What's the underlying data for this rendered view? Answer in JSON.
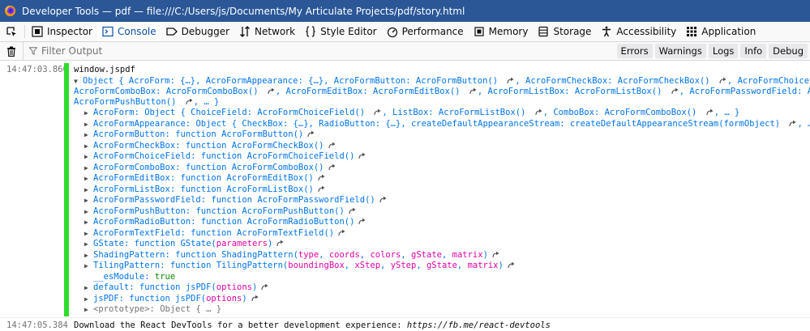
{
  "window": {
    "title": "Developer Tools — pdf — file:///C:/Users/js/Documents/My Articulate Projects/pdf/story.html"
  },
  "toolbar": {
    "tabs": [
      {
        "label": "Inspector",
        "icon": "inspector-icon"
      },
      {
        "label": "Console",
        "icon": "console-icon",
        "selected": true
      },
      {
        "label": "Debugger",
        "icon": "debugger-icon"
      },
      {
        "label": "Network",
        "icon": "network-icon"
      },
      {
        "label": "Style Editor",
        "icon": "style-editor-icon"
      },
      {
        "label": "Performance",
        "icon": "performance-icon"
      },
      {
        "label": "Memory",
        "icon": "memory-icon"
      },
      {
        "label": "Storage",
        "icon": "storage-icon"
      },
      {
        "label": "Accessibility",
        "icon": "accessibility-icon"
      },
      {
        "label": "Application",
        "icon": "application-icon"
      }
    ]
  },
  "filter": {
    "placeholder": "Filter Output",
    "levels": [
      "Errors",
      "Warnings",
      "Logs",
      "Info",
      "Debug"
    ]
  },
  "console": {
    "entries": [
      {
        "timestamp": "14:47:03.860",
        "input": "window.jspdf",
        "summary_lines": [
          "Object { AcroForm: {…}, AcroFormAppearance: {…}, AcroFormButton: AcroFormButton() ↗, AcroFormCheckBox: AcroFormCheckBox() ↗, AcroFormChoiceField: AcroFormChoiceField() ↗,",
          "AcroFormComboBox: AcroFormComboBox() ↗, AcroFormEditBox: AcroFormEditBox() ↗, AcroFormListBox: AcroFormListBox() ↗, AcroFormPasswordField: AcroFormPasswordField() ↗, AcroFormRadioButton:",
          "AcroFormPushButton() ↗, … }"
        ],
        "properties": [
          {
            "key": "AcroForm",
            "value": "Object { ChoiceField: AcroFormChoiceField() ↗, ListBox: AcroFormListBox() ↗, ComboBox: AcroFormComboBox() ↗, … }",
            "expandable": true
          },
          {
            "key": "AcroFormAppearance",
            "value": "Object { CheckBox: {…}, RadioButton: {…}, createDefaultAppearanceStream: createDefaultAppearanceStream(formObject) ↗, … }",
            "expandable": true
          },
          {
            "key": "AcroFormButton",
            "value": "function AcroFormButton()",
            "expandable": true,
            "jump": true
          },
          {
            "key": "AcroFormCheckBox",
            "value": "function AcroFormCheckBox()",
            "expandable": true,
            "jump": true
          },
          {
            "key": "AcroFormChoiceField",
            "value": "function AcroFormChoiceField()",
            "expandable": true,
            "jump": true
          },
          {
            "key": "AcroFormComboBox",
            "value": "function AcroFormComboBox()",
            "expandable": true,
            "jump": true
          },
          {
            "key": "AcroFormEditBox",
            "value": "function AcroFormEditBox()",
            "expandable": true,
            "jump": true
          },
          {
            "key": "AcroFormListBox",
            "value": "function AcroFormListBox()",
            "expandable": true,
            "jump": true
          },
          {
            "key": "AcroFormPasswordField",
            "value": "function AcroFormPasswordField()",
            "expandable": true,
            "jump": true
          },
          {
            "key": "AcroFormPushButton",
            "value": "function AcroFormPushButton()",
            "expandable": true,
            "jump": true
          },
          {
            "key": "AcroFormRadioButton",
            "value": "function AcroFormRadioButton()",
            "expandable": true,
            "jump": true
          },
          {
            "key": "AcroFormTextField",
            "value": "function AcroFormTextField()",
            "expandable": true,
            "jump": true
          },
          {
            "key": "GState",
            "fn": "GState",
            "params": [
              "parameters"
            ],
            "expandable": true,
            "jump": true
          },
          {
            "key": "ShadingPattern",
            "fn": "ShadingPattern",
            "params": [
              "type",
              "coords",
              "colors",
              "gState",
              "matrix"
            ],
            "expandable": true,
            "jump": true
          },
          {
            "key": "TilingPattern",
            "fn": "TilingPattern",
            "params": [
              "boundingBox",
              "xStep",
              "yStep",
              "gState",
              "matrix"
            ],
            "expandable": true,
            "jump": true
          },
          {
            "key": "__esModule",
            "value": "true",
            "expandable": false
          },
          {
            "key": "default",
            "fn": "jsPDF",
            "params": [
              "options"
            ],
            "expandable": true,
            "jump": true
          },
          {
            "key": "jsPDF",
            "fn": "jsPDF",
            "params": [
              "options"
            ],
            "expandable": true,
            "jump": true
          },
          {
            "key": "<prototype>",
            "value": "Object { … }",
            "expandable": true,
            "gray": true
          }
        ]
      },
      {
        "timestamp": "14:47:05.384",
        "message": "Download the React DevTools for a better development experience: ",
        "link": "https://fb.me/react-devtools"
      }
    ]
  },
  "colors": {
    "titlebar": "#2b5797",
    "accent": "#0a4ea7",
    "gutter": "#2ddc2d",
    "object_key": "#0074e8",
    "param": "#dd00a9",
    "timestamp": "#737373"
  }
}
